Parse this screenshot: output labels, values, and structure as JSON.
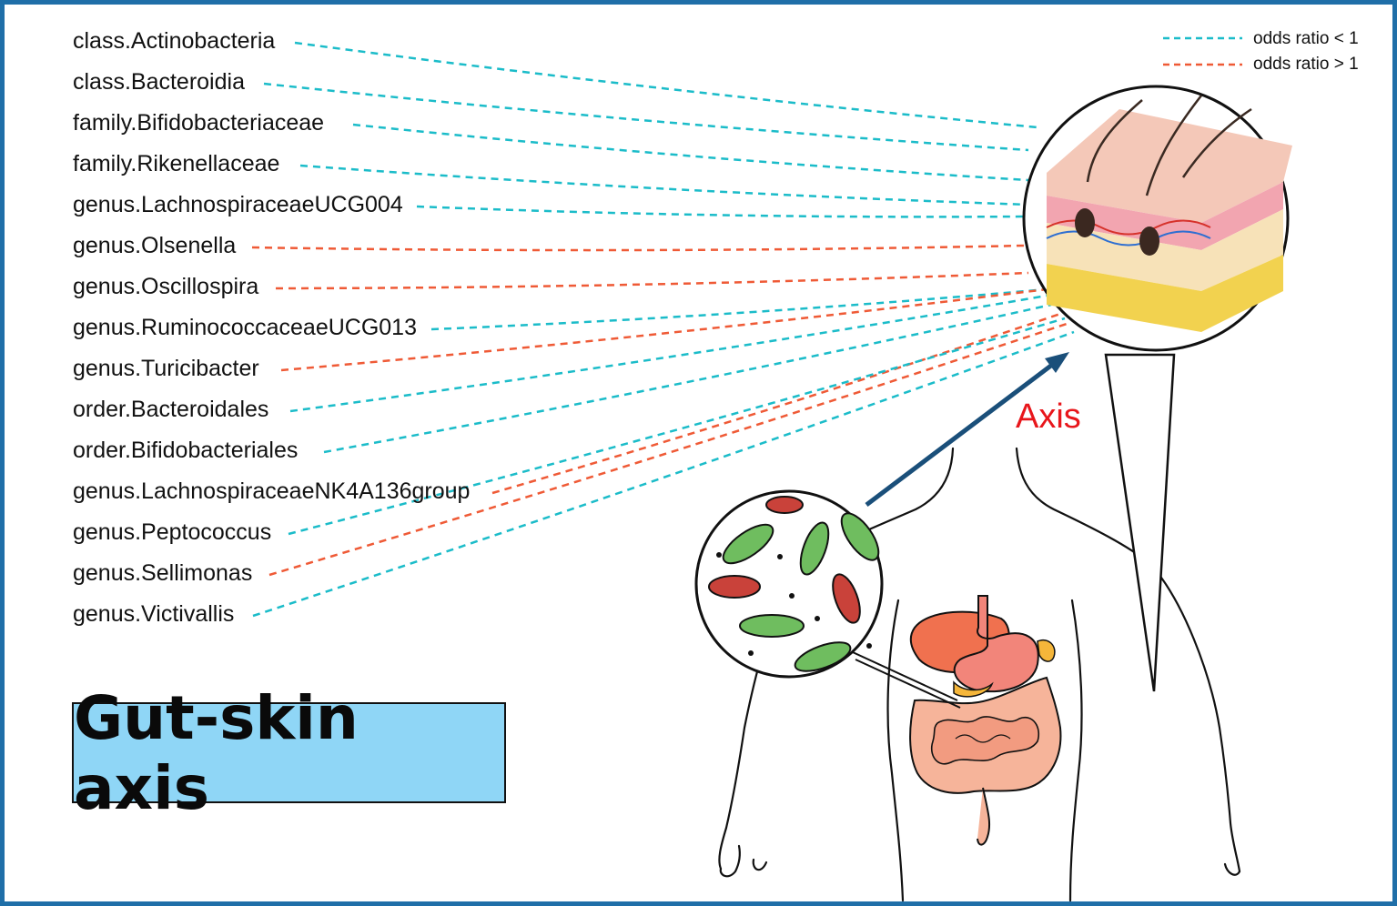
{
  "taxa": [
    {
      "label": "class.Actinobacteria",
      "effect": "odds ratio < 1"
    },
    {
      "label": "class.Bacteroidia",
      "effect": "odds ratio < 1"
    },
    {
      "label": "family.Bifidobacteriaceae",
      "effect": "odds ratio < 1"
    },
    {
      "label": "family.Rikenellaceae",
      "effect": "odds ratio < 1"
    },
    {
      "label": "genus.LachnospiraceaeUCG004",
      "effect": "odds ratio < 1"
    },
    {
      "label": "genus.Olsenella",
      "effect": "odds ratio > 1"
    },
    {
      "label": "genus.Oscillospira",
      "effect": "odds ratio > 1"
    },
    {
      "label": "genus.RuminococcaceaeUCG013",
      "effect": "odds ratio < 1"
    },
    {
      "label": "genus.Turicibacter",
      "effect": "odds ratio > 1"
    },
    {
      "label": "order.Bacteroidales",
      "effect": "odds ratio < 1"
    },
    {
      "label": "order.Bifidobacteriales",
      "effect": "odds ratio < 1"
    },
    {
      "label": "genus.LachnospiraceaeNK4A136group",
      "effect": "odds ratio > 1"
    },
    {
      "label": "genus.Peptococcus",
      "effect": "odds ratio < 1"
    },
    {
      "label": "genus.Sellimonas",
      "effect": "odds ratio > 1"
    },
    {
      "label": "genus.Victivallis",
      "effect": "odds ratio < 1"
    }
  ],
  "legend": {
    "less": {
      "label": "odds ratio < 1",
      "color": "#1bbcc9"
    },
    "greater": {
      "label": "odds ratio > 1",
      "color": "#ef5a36"
    }
  },
  "axis_label": "Axis",
  "title": "Gut-skin axis",
  "colors": {
    "frame": "#1f6fa8",
    "title_box": "#8fd6f6",
    "axis_arrow": "#1a4f7a",
    "axis_text": "#e8161b"
  },
  "icons": [
    "skin-layers-illustration",
    "gut-bacteria-illustration",
    "human-body-outline",
    "digestive-organs-illustration"
  ]
}
